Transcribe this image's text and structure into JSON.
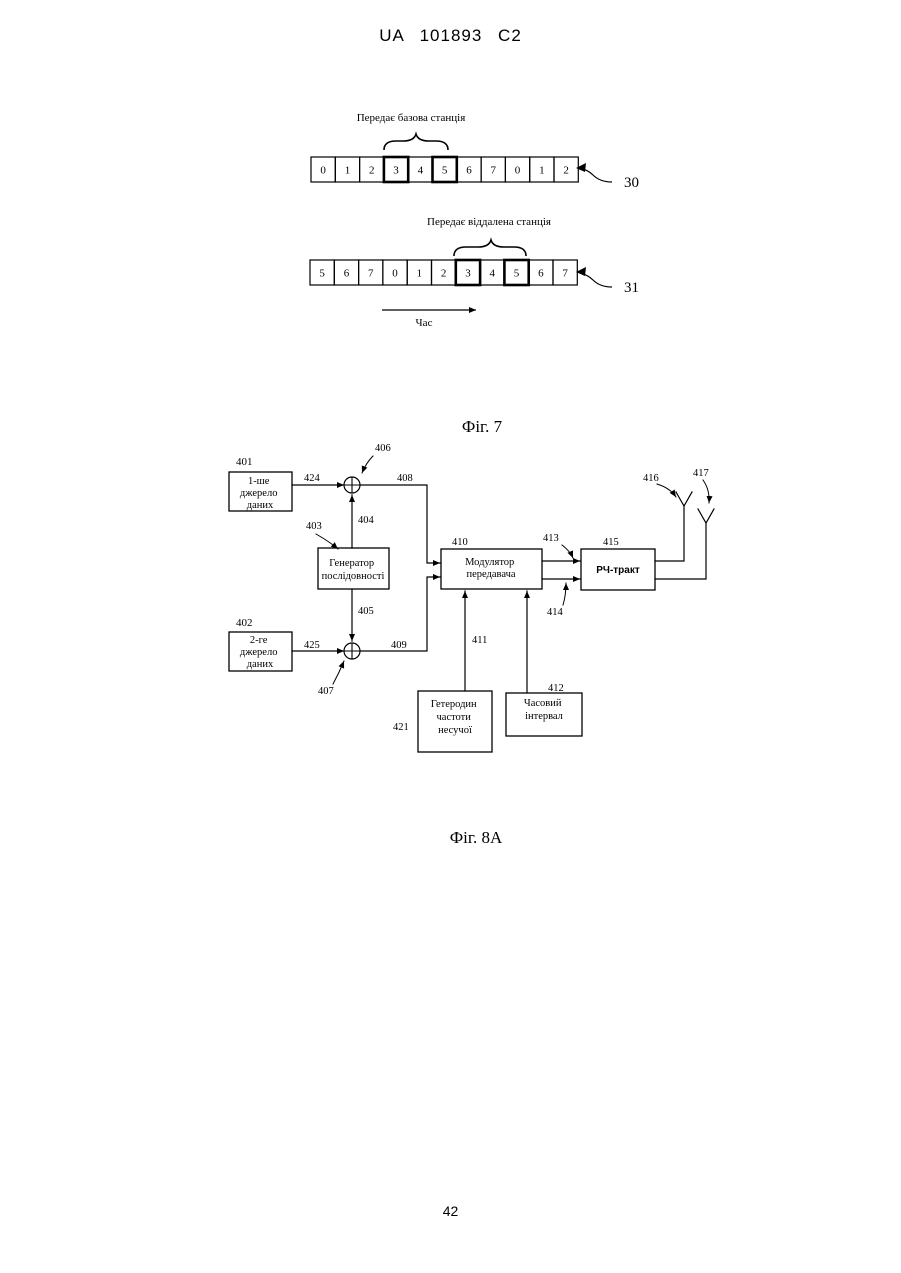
{
  "header": {
    "patent_id": "UA   101893   C2"
  },
  "figure7": {
    "caption": "Фіг. 7",
    "row_top": {
      "label": "Передає базова станція",
      "slots": [
        "0",
        "1",
        "2",
        "3",
        "4",
        "5",
        "6",
        "7",
        "0",
        "1",
        "2"
      ],
      "ref": "30"
    },
    "row_bottom": {
      "label": "Передає віддалена станція",
      "slots": [
        "5",
        "6",
        "7",
        "0",
        "1",
        "2",
        "3",
        "4",
        "5",
        "6",
        "7"
      ],
      "ref": "31"
    },
    "time_label": "Час"
  },
  "figure8a": {
    "caption": "Фіг. 8А",
    "blocks": {
      "source1": {
        "ref": "401",
        "lines": [
          "1-ше",
          "джерело",
          "даних"
        ]
      },
      "source2": {
        "ref": "402",
        "lines": [
          "2-ге",
          "джерело",
          "даних"
        ]
      },
      "generator": {
        "ref": "403",
        "lines": [
          "Генератор",
          "послідовності"
        ]
      },
      "modulator": {
        "ref": "410",
        "lines": [
          "Модулятор",
          "передавача"
        ]
      },
      "rf": {
        "ref": "415",
        "lines": [
          "РЧ-тракт"
        ]
      },
      "oscillator": {
        "ref": "421",
        "lines": [
          "Гетеродин",
          "частоти",
          "несучої"
        ]
      },
      "timeslot": {
        "ref": "412",
        "lines": [
          "Часовий",
          "інтервал"
        ]
      }
    },
    "refs": {
      "adder1": "406",
      "adder2": "407",
      "l424": "424",
      "l425": "425",
      "l404": "404",
      "l405": "405",
      "l408": "408",
      "l409": "409",
      "l411": "411",
      "l413": "413",
      "l414": "414",
      "ant1": "416",
      "ant2": "417"
    }
  },
  "page_number": "42"
}
